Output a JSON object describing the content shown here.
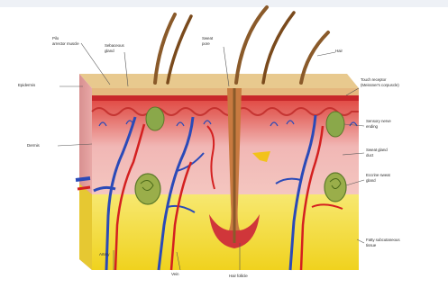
{
  "labels": {
    "hair_follicle_muscle": "Pilo\narrector muscle",
    "sebaceous_gland": "Sebaceous\ngland",
    "sweat_pore": "Sweat\npore",
    "hair_shaft": "Hair",
    "epidermis": "Epidermis",
    "dermis": "Dermis",
    "touch_receptor": "Touch receptor\n(Meissner's corpuscle)",
    "sensory_nerve": "Sensory nerve\nending",
    "sweat_gland_duct": "Sweat gland\nduct",
    "sweat_gland": "Eccrine sweat\ngland",
    "subcutaneous_fat": "Fatty subcutaneous\ntissue",
    "artery": "Artery",
    "vein": "Vein",
    "hair_follicle": "Hair follicle"
  },
  "colors": {
    "epidermis_top": "#e8c98e",
    "dermis_red": "#c8262a",
    "dermis_pink": "#f0b4b4",
    "fat_yellow": "#f4e04a",
    "hair_brown": "#8a5a2a",
    "vein_blue": "#2a4ab8",
    "artery_red": "#d42020",
    "gland_green": "#8aa84a"
  }
}
